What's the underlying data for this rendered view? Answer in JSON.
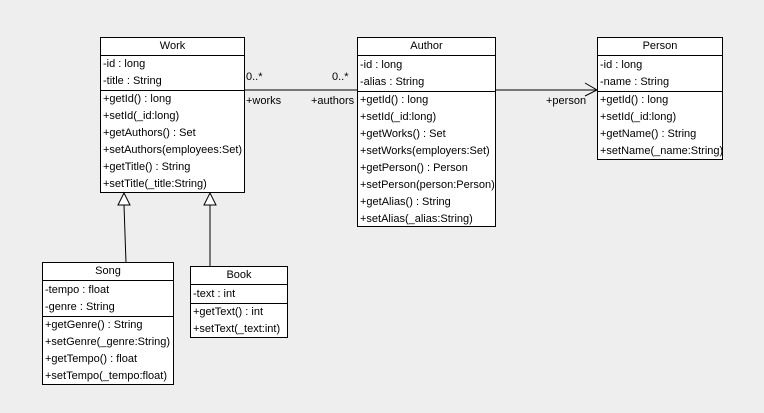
{
  "diagram": {
    "type": "uml-class-diagram",
    "colors": {
      "background": "#eeeeee",
      "box_fill": "#ffffff",
      "line": "#000000",
      "text": "#000000"
    }
  },
  "classes": [
    {
      "name": "Work",
      "attributes": [
        "-id : long",
        "-title : String"
      ],
      "methods": [
        "+getId() : long",
        "+setId(_id:long)",
        "+getAuthors() : Set",
        "+setAuthors(employees:Set)",
        "+getTitle() : String",
        "+setTitle(_title:String)"
      ]
    },
    {
      "name": "Author",
      "attributes": [
        "-id : long",
        "-alias : String"
      ],
      "methods": [
        "+getId() : long",
        "+setId(_id:long)",
        "+getWorks() : Set",
        "+setWorks(employers:Set)",
        "+getPerson() : Person",
        "+setPerson(person:Person)",
        "+getAlias() : String",
        "+setAlias(_alias:String)"
      ]
    },
    {
      "name": "Person",
      "attributes": [
        "-id : long",
        "-name : String"
      ],
      "methods": [
        "+getId() : long",
        "+setId(_id:long)",
        "+getName() : String",
        "+setName(_name:String)"
      ]
    },
    {
      "name": "Song",
      "attributes": [
        "-tempo : float",
        "-genre : String"
      ],
      "methods": [
        "+getGenre() : String",
        "+setGenre(_genre:String)",
        "+getTempo() : float",
        "+setTempo(_tempo:float)"
      ]
    },
    {
      "name": "Book",
      "attributes": [
        "-text : int"
      ],
      "methods": [
        "+getText() : int",
        "+setText(_text:int)"
      ]
    }
  ],
  "associations": {
    "work_author": {
      "source_multiplicity": "0..*",
      "target_multiplicity": "0..*",
      "source_role": "+works",
      "target_role": "+authors"
    },
    "author_person": {
      "target_role": "+person"
    }
  },
  "generalizations": [
    {
      "from": "Song",
      "to": "Work"
    },
    {
      "from": "Book",
      "to": "Work"
    }
  ]
}
